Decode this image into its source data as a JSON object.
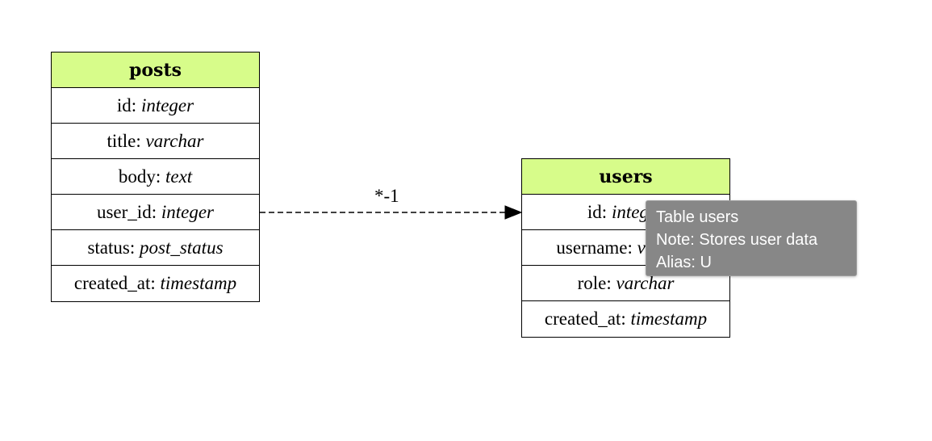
{
  "tables": {
    "posts": {
      "name": "posts",
      "fields": [
        {
          "name": "id: ",
          "type": "integer"
        },
        {
          "name": "title: ",
          "type": "varchar"
        },
        {
          "name": "body: ",
          "type": "text"
        },
        {
          "name": "user_id: ",
          "type": "integer"
        },
        {
          "name": "status: ",
          "type": "post_status"
        },
        {
          "name": "created_at: ",
          "type": "timestamp"
        }
      ]
    },
    "users": {
      "name": "users",
      "fields": [
        {
          "name": "id: ",
          "type": "integer"
        },
        {
          "name": "username: ",
          "type": "varchar"
        },
        {
          "name": "role: ",
          "type": "varchar"
        },
        {
          "name": "created_at: ",
          "type": "timestamp"
        }
      ]
    }
  },
  "relationship": {
    "label": "*-1"
  },
  "tooltip": {
    "line1": "Table users",
    "line2": "Note: Stores user data",
    "line3": "Alias: U"
  },
  "colors": {
    "header_bg": "#d7fc8a",
    "tooltip_bg": "#878787"
  }
}
